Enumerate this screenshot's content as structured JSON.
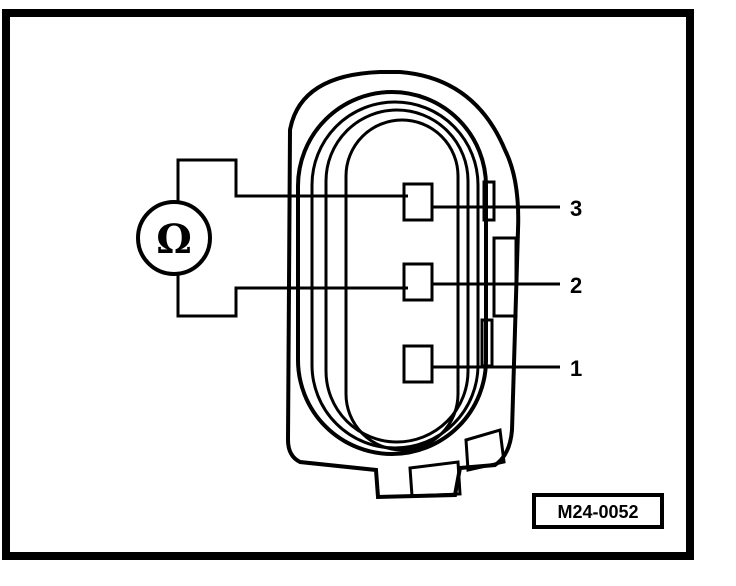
{
  "meter": {
    "symbol": "Ω",
    "icon": "ohmmeter-icon"
  },
  "pins": [
    {
      "id": "3",
      "label": "3"
    },
    {
      "id": "2",
      "label": "2"
    },
    {
      "id": "1",
      "label": "1"
    }
  ],
  "figure_code": "M24-0052",
  "colors": {
    "ink": "#000000",
    "paper": "#ffffff"
  }
}
